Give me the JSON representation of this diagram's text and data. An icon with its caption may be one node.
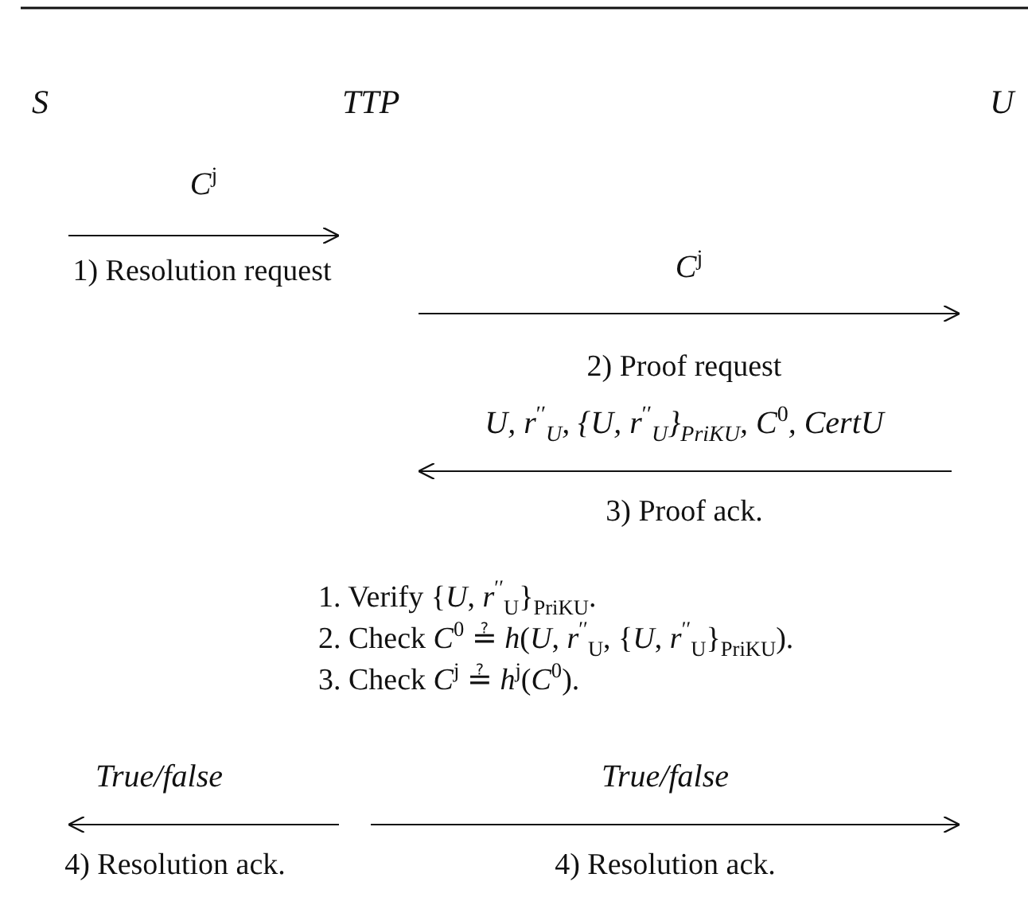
{
  "diagram": {
    "nodes": [
      {
        "text": [
          "S"
        ]
      },
      {
        "text": [
          "TTP"
        ]
      },
      {
        "text": [
          "U"
        ]
      }
    ],
    "labels": [
      "C$^{j}$",
      "1) Resolution request",
      "C$^{j}$",
      "2) Proof request",
      "U, r$^{′′}$$_{U}$, {U, r$^{′′}$$_{U}$}$_{PriKU}$, C$^{0}$, CertU",
      "3) Proof ack.",
      "1. Verify {*U*, *r*$^{′′}$$_{U}$}$_{PriKU}$.",
      "2. Check *C*$^{0}$ ≟ *h*(*U*, *r*$^{′′}$$_{U}$, {*U*, *r*$^{′′}$$_{U}$}$_{PriKU}$).",
      "3. Check *C*$^{j}$ ≟ *h*$^{j}$(*C*$^{0}$).",
      "True/false",
      "True/false",
      "4) Resolution ack.",
      "4) Resolution ack."
    ]
  }
}
